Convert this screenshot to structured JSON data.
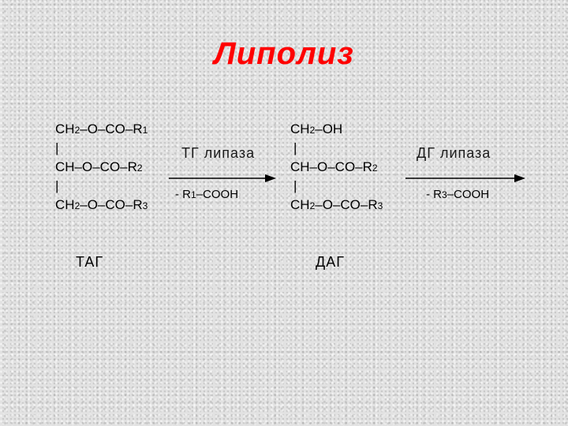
{
  "slide": {
    "title": "Липолиз",
    "tag": {
      "line1_a": "CH",
      "line1_sub1": "2",
      "line1_b": "–O–CO–R",
      "line1_sub2": "1",
      "bar1": "|",
      "line2_a": "CH–O–CO–R",
      "line2_sub": "2",
      "bar2": "|",
      "line3_a": "CH",
      "line3_sub1": "2",
      "line3_b": "–O–CO–R",
      "line3_sub2": "3",
      "label": "ТАГ"
    },
    "reaction1": {
      "enzyme": "ТГ липаза",
      "byproduct_a": "- R",
      "byproduct_sub": "1",
      "byproduct_b": "–COOH"
    },
    "dag": {
      "line1_a": "CH",
      "line1_sub": "2",
      "line1_b": "–OH",
      "bar1": "|",
      "line2_a": "CH–O–CO–R",
      "line2_sub": "2",
      "bar2": "|",
      "line3_a": "CH",
      "line3_sub1": "2",
      "line3_b": "–O–CO–R",
      "line3_sub2": "3",
      "label": "ДАГ"
    },
    "reaction2": {
      "enzyme": "ДГ липаза",
      "byproduct_a": "- R",
      "byproduct_sub": "3",
      "byproduct_b": "–COOH"
    },
    "colors": {
      "title": "#ff0000",
      "text": "#000000",
      "background": "#e2e2e2"
    }
  }
}
